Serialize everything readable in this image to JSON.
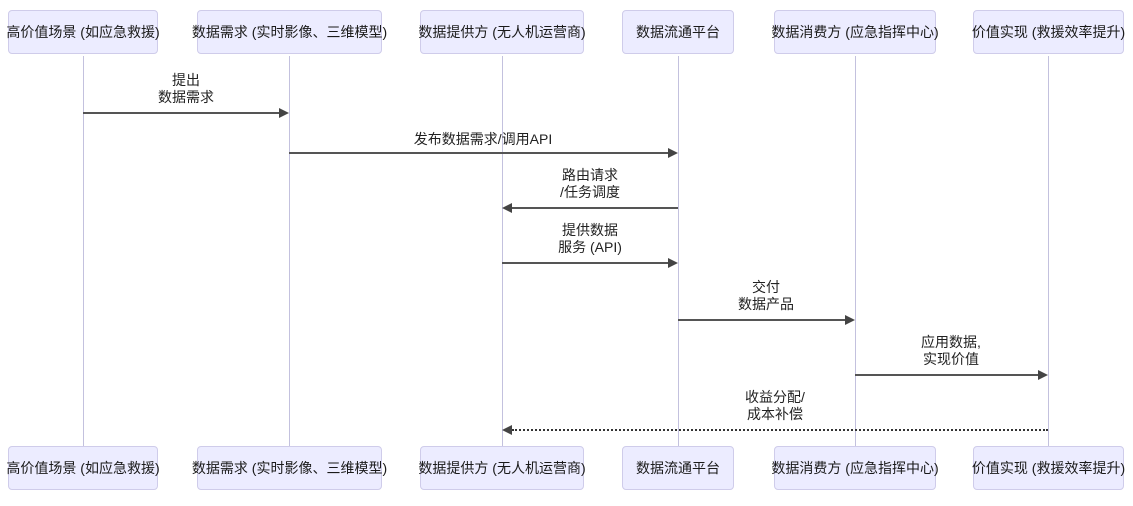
{
  "diagram": {
    "type": "sequence-diagram",
    "colors": {
      "actor_fill": "#ECECFF",
      "actor_border": "#CFCCEA",
      "lifeline": "#C3C1DE",
      "message_line": "#555555",
      "dotted_line": "#333333",
      "text": "#1a1a1a",
      "background": "#ffffff"
    },
    "actors": [
      {
        "label": "高价值场景 (如应急救援)"
      },
      {
        "label": "数据需求 (实时影像、三维模型)"
      },
      {
        "label": "数据提供方 (无人机运营商)"
      },
      {
        "label": "数据流通平台"
      },
      {
        "label": "数据消费方 (应急指挥中心)"
      },
      {
        "label": "价值实现 (救援效率提升)"
      }
    ],
    "messages": [
      {
        "lines": [
          "提出",
          "数据需求"
        ],
        "from": "高价值场景 (如应急救援)",
        "to": "数据需求 (实时影像、三维模型)",
        "style": "solid"
      },
      {
        "lines": [
          "发布数据需求/调用API"
        ],
        "from": "数据需求 (实时影像、三维模型)",
        "to": "数据流通平台",
        "style": "solid"
      },
      {
        "lines": [
          "路由请求",
          "/任务调度"
        ],
        "from": "数据流通平台",
        "to": "数据提供方 (无人机运营商)",
        "style": "solid"
      },
      {
        "lines": [
          "提供数据",
          "服务 (API)"
        ],
        "from": "数据提供方 (无人机运营商)",
        "to": "数据流通平台",
        "style": "solid"
      },
      {
        "lines": [
          "交付",
          "数据产品"
        ],
        "from": "数据流通平台",
        "to": "数据消费方 (应急指挥中心)",
        "style": "solid"
      },
      {
        "lines": [
          "应用数据,",
          "实现价值"
        ],
        "from": "数据消费方 (应急指挥中心)",
        "to": "价值实现 (救援效率提升)",
        "style": "solid"
      },
      {
        "lines": [
          "收益分配/",
          "成本补偿"
        ],
        "from": "价值实现 (救援效率提升)",
        "to": "数据提供方 (无人机运营商)",
        "style": "dotted"
      }
    ]
  }
}
